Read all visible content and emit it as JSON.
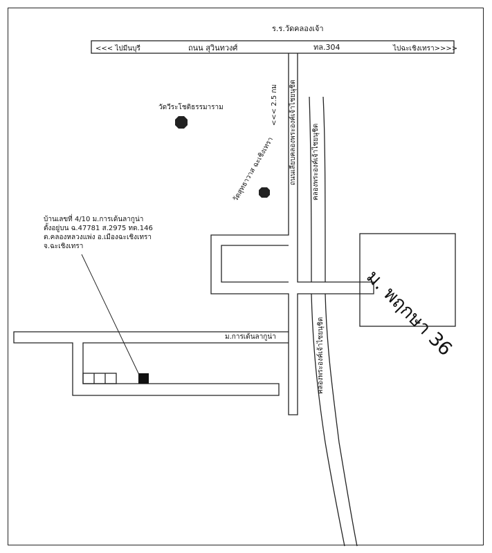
{
  "labels": {
    "school": "ร.ร.วัดคลองเจ้า",
    "highway_left": "<<< ไปมีนบุรี",
    "highway_name": "ถนน สุวินทวงศ์",
    "highway_no": "ทล.304",
    "highway_right": "ไปฉะเชิงเทรา>>>>",
    "distance": "<<< 2.5 กม",
    "road_main": "ถนนเลียบคลองพระองค์เจ้าไชยนุชิต",
    "canal_upper": "คลองพระองค์เจ้าไชยนุชิต",
    "canal_lower": "คลองพระองค์เจ้าไชยนุชิต",
    "temple_1": "วัดวีระโชติธรรมาราม",
    "temple_2": "วัดสุทธาวาส ฉะเชิงเทรา",
    "estate": "ม. พฤกษา 36",
    "soi_name": "ม.การเด้นลากูน่า",
    "house_info": [
      "บ้านเลขที่ 4/10 ม.การเด้นลากูน่า",
      "ตั้งอยู่บน ฉ.47781 ส.2975 ทด.146",
      "ต.คลองหลวงแพ่ง อ.เมืองฉะเชิงเทรา",
      "จ.ฉะเชิงเทรา"
    ]
  },
  "icons": {
    "temple": "octagon-temple-icon",
    "target": "filled-square-house-icon"
  }
}
